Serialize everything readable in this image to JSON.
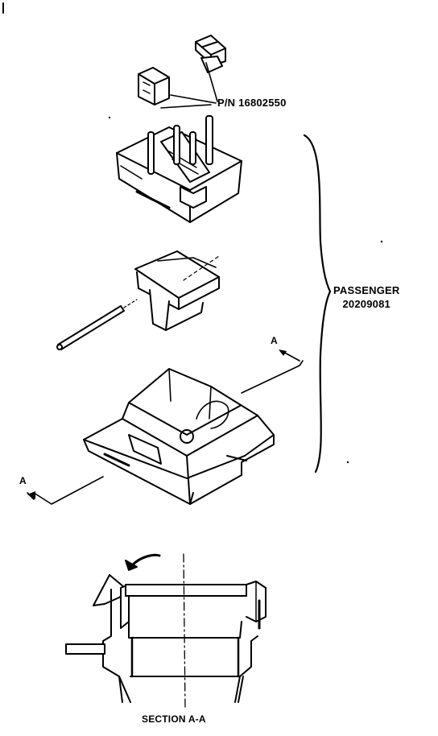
{
  "labels": {
    "part_number": "P/N 16802550",
    "passenger_title": "PASSENGER",
    "passenger_number": "20209081",
    "section_marker_top": "A",
    "section_marker_left": "A",
    "section_caption": "SECTION A-A"
  },
  "colors": {
    "line": "#000000",
    "background": "#ffffff"
  }
}
